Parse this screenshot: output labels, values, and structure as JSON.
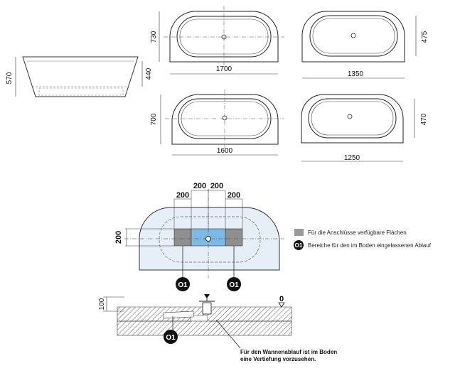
{
  "side_view": {
    "height_outer": "570",
    "height_inner": "440"
  },
  "tub_1700": {
    "width": "1700",
    "depth": "730"
  },
  "tub_1350": {
    "width": "1350",
    "depth": "475"
  },
  "tub_1600": {
    "width": "1600",
    "depth": "700"
  },
  "tub_1250": {
    "width": "1250",
    "depth": "470"
  },
  "plan": {
    "dim_top_left": "200",
    "dim_top_mid_left": "200",
    "dim_top_mid_right": "200",
    "dim_top_right": "200",
    "dim_depth": "200"
  },
  "legend": {
    "items": [
      {
        "symbol": "",
        "label": "Für die Anschlüsse verfügbare Flächen",
        "color": "#9a9a9a"
      },
      {
        "symbol": "O1",
        "label": "Bereiche für den im Boden eingelassenen Ablauf",
        "color": "#111111"
      }
    ]
  },
  "markers": {
    "m1": "O1",
    "m2": "O1",
    "m3": "O1"
  },
  "section": {
    "depth": "100",
    "level": "0"
  },
  "note": {
    "line1": "Für den Wannenablauf ist im Boden",
    "line2": "eine Vertiefung vorzusehen."
  }
}
